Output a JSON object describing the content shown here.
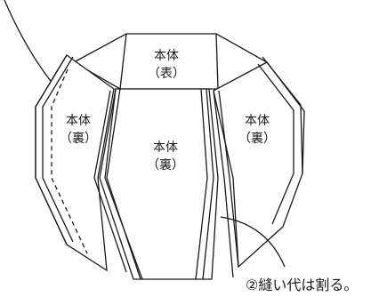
{
  "labels": {
    "top_panel": {
      "line1": "本体",
      "line2": "（表）"
    },
    "left_panel": {
      "line1": "本体",
      "line2": "（裏）"
    },
    "center_panel": {
      "line1": "本体",
      "line2": "（裏）"
    },
    "right_panel": {
      "line1": "本体",
      "line2": "（裏）"
    }
  },
  "callout": {
    "text": "②縫い代は割る。"
  }
}
